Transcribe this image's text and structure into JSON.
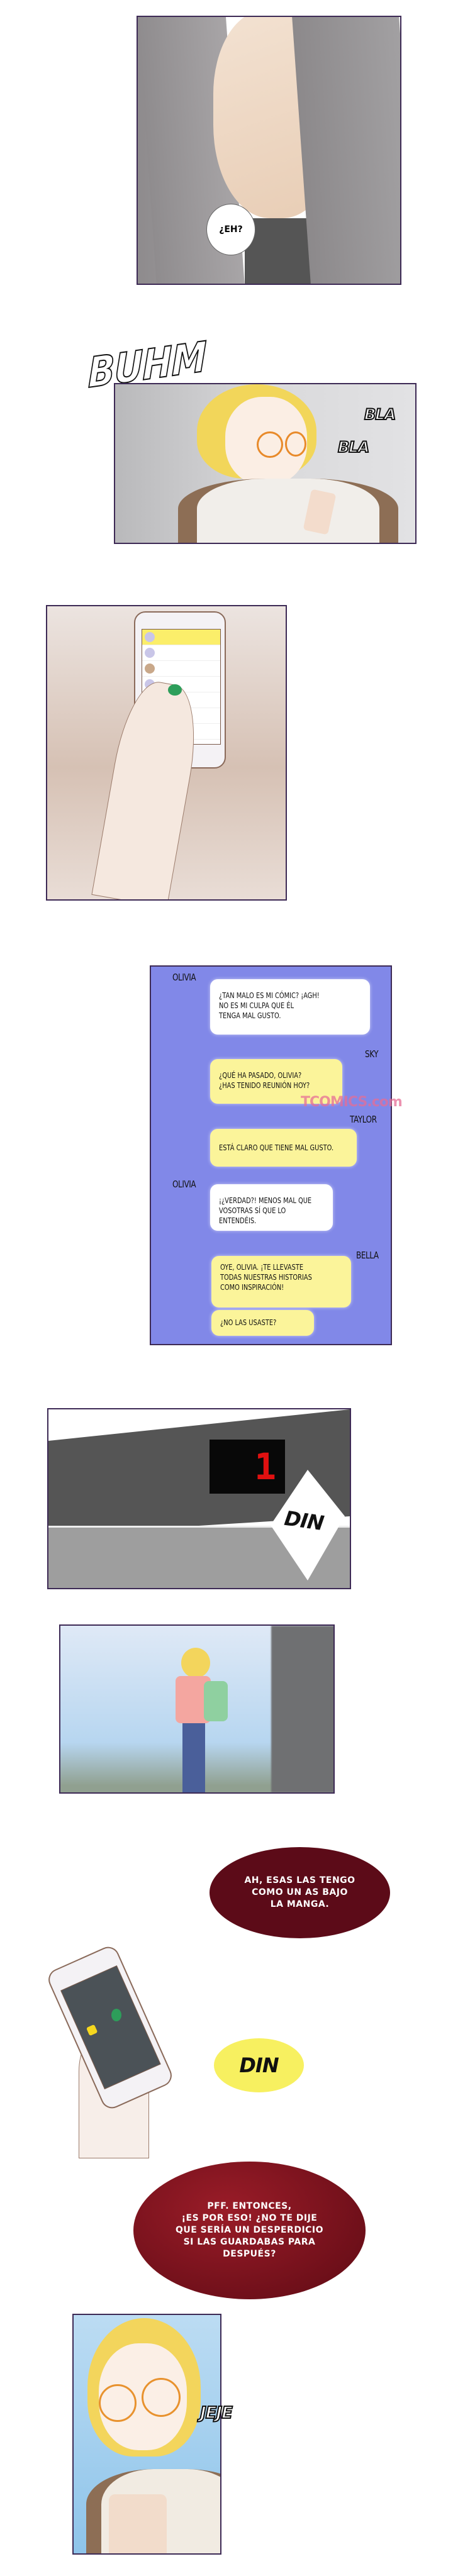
{
  "panels": {
    "p1": {
      "speech": "¿EH?"
    },
    "sfx_buhm": "BUHM",
    "p2": {
      "sfx": [
        "BLA",
        "BLA"
      ]
    },
    "chat": {
      "messages": [
        {
          "sender": "OLIVIA",
          "texts": [
            "¿TAN MALO ES MI CÓMIC? ¡AGH!\nNO ES MI CULPA QUE ÉL\nTENGA MAL GUSTO."
          ]
        },
        {
          "sender": "SKY",
          "texts": [
            "¿QUÉ HA PASADO, OLIVIA?\n¿HAS TENIDO REUNIÓN HOY?"
          ]
        },
        {
          "sender": "TAYLOR",
          "texts": [
            "ESTÁ CLARO QUE TIENE MAL GUSTO."
          ]
        },
        {
          "sender": "OLIVIA",
          "texts": [
            "¡¿VERDAD?! MENOS MAL QUE\nVOSOTRAS SÍ QUE LO ENTENDÉIS."
          ]
        },
        {
          "sender": "BELLA",
          "texts": [
            "OYE, OLIVIA. ¡TE LLEVASTE\nTODAS NUESTRAS HISTORIAS\nCOMO INSPIRACIÓN!",
            "¿NO LAS USASTE?"
          ]
        }
      ],
      "watermark": "TCOMICS.com"
    },
    "elevator": {
      "floor_display": "1",
      "sfx": "DIN"
    },
    "bubble_1": "AH, ESAS LAS TENGO\nCOMO UN AS BAJO\nLA MANGA.",
    "sfx_din2": "DIN",
    "bubble_2": "PFF. ENTONCES,\n¡ES POR ESO! ¿NO TE DIJE\nQUE SERÍA UN DESPERDICIO\nSI LAS GUARDABAS PARA\nDESPUÉS?",
    "last": {
      "sfx": "JEJE"
    }
  },
  "colors": {
    "panel_border": "#3d2a55",
    "chat_bg": "#8188e8",
    "bubble_red": "#5c0b18",
    "chat_yellow": "#fbf49a"
  }
}
